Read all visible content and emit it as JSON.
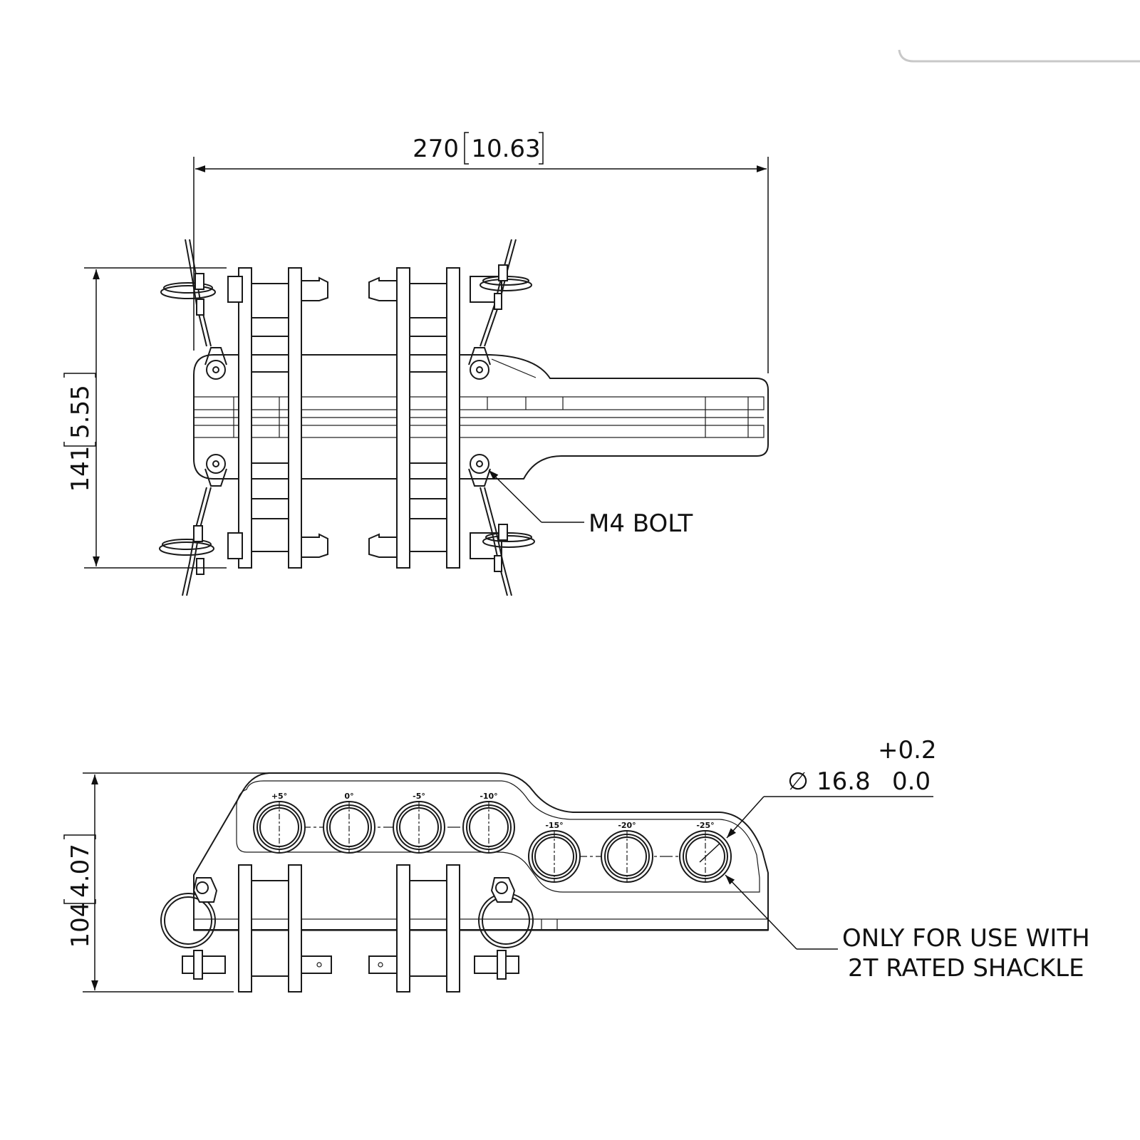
{
  "top_view": {
    "width_dim": {
      "value": "270",
      "alt": "10.63"
    },
    "height_dim": {
      "value": "141",
      "alt": "5.55"
    },
    "callout_bolt": "M4 BOLT"
  },
  "side_view": {
    "height_dim": {
      "value": "104",
      "alt": "4.07"
    },
    "hole_dim": {
      "symbol": "∅",
      "value": "16.8",
      "tol_upper": "+0.2",
      "tol_lower": "0.0"
    },
    "callout_line1": "ONLY FOR USE WITH",
    "callout_line2": "2T RATED SHACKLE",
    "angle_labels": [
      "+5°",
      "0°",
      "-5°",
      "-10°",
      "-15°",
      "-20°",
      "-25°"
    ]
  }
}
